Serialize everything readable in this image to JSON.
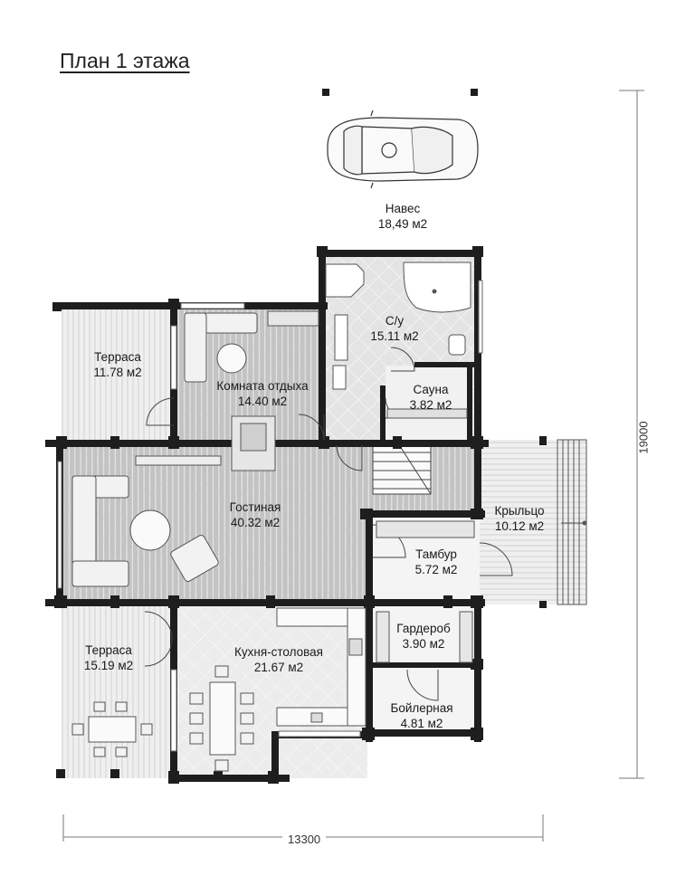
{
  "title": "План 1 этажа",
  "rooms": [
    {
      "name": "Навес",
      "area": "18,49 м2"
    },
    {
      "name": "С/у",
      "area": "15.11 м2"
    },
    {
      "name": "Терраса",
      "area": "11.78 м2"
    },
    {
      "name": "Комната отдыха",
      "area": "14.40 м2"
    },
    {
      "name": "Сауна",
      "area": "3.82 м2"
    },
    {
      "name": "Гостиная",
      "area": "40.32 м2"
    },
    {
      "name": "Крыльцо",
      "area": "10.12 м2"
    },
    {
      "name": "Тамбур",
      "area": "5.72 м2"
    },
    {
      "name": "Терраса",
      "area": "15.19 м2"
    },
    {
      "name": "Кухня-столовая",
      "area": "21.67 м2"
    },
    {
      "name": "Гардероб",
      "area": "3.90 м2"
    },
    {
      "name": "Бойлерная",
      "area": "4.81 м2"
    }
  ],
  "dimensions": {
    "width": "13300",
    "height": "19000"
  },
  "colors": {
    "wall": "#1e1e1e",
    "floor_tile": "#bdbdbd",
    "terrace_deck": "#ececec",
    "background": "#ffffff"
  }
}
